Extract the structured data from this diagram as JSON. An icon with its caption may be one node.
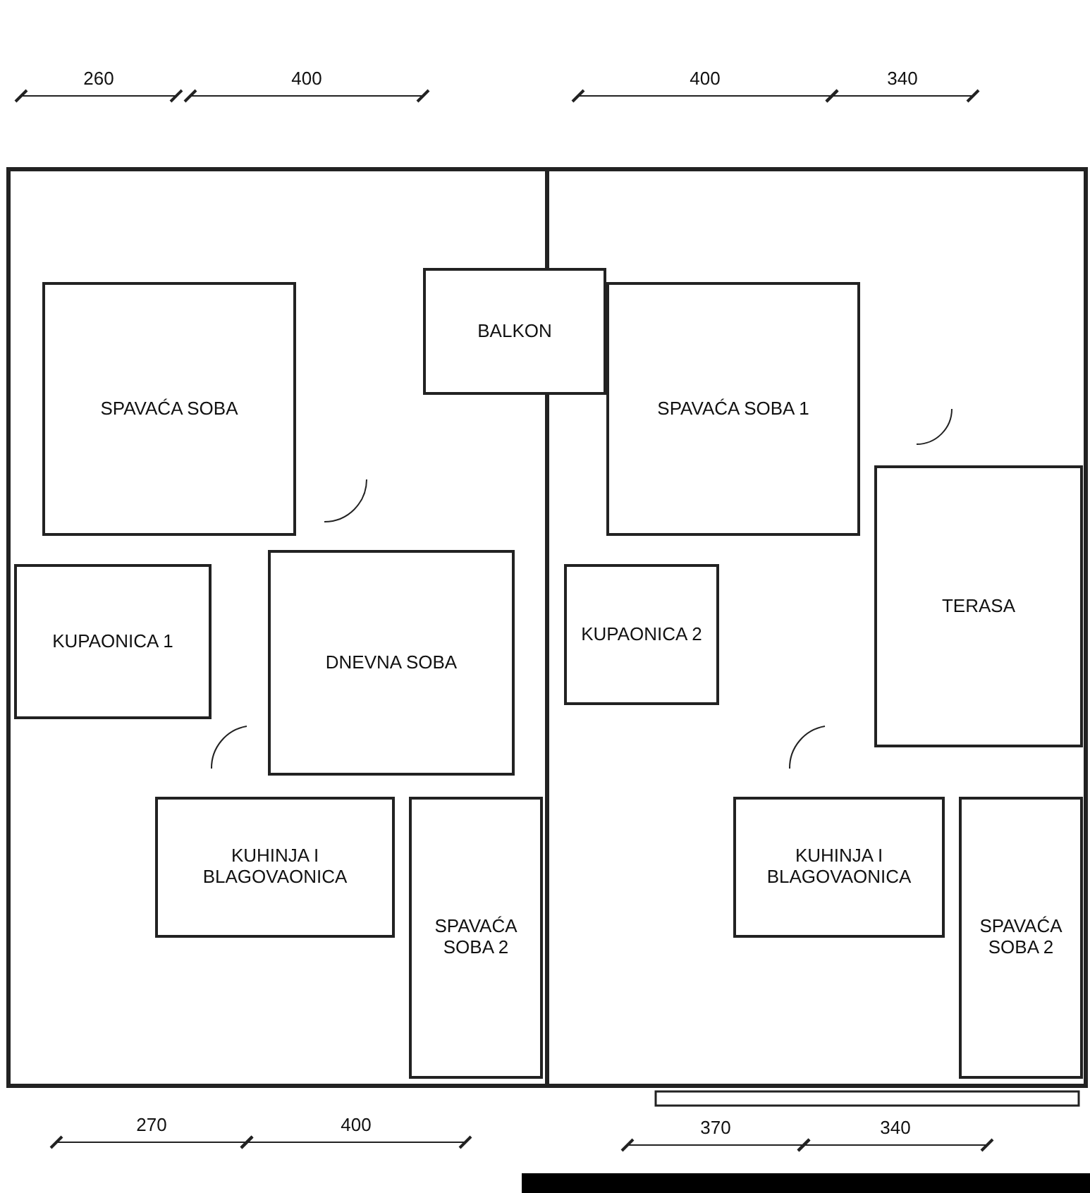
{
  "diagram": {
    "nodes": [
      {
        "text": [
          "SPAVAĆA SOBA"
        ]
      },
      {
        "text": [
          "BALKON"
        ]
      },
      {
        "text": [
          "KUPAONICA 1"
        ]
      },
      {
        "text": [
          "DNEVNA SOBA"
        ]
      },
      {
        "text": [
          "KUHINJA I BLAGOVAONICA"
        ]
      },
      {
        "text": [
          "SPAVAĆA SOBA 2"
        ]
      },
      {
        "text": [
          "SPAVAĆA SOBA 1"
        ]
      },
      {
        "text": [
          "KUPAONICA 2"
        ]
      },
      {
        "text": [
          "TERASA"
        ]
      },
      {
        "text": [
          "KUHINJA I BLAGOVAONICA"
        ]
      },
      {
        "text": [
          "SPAVAĆA SOBA 2"
        ]
      }
    ],
    "edges": [],
    "labels": [
      "260",
      "400",
      "400",
      "340",
      "270",
      "400",
      "370",
      "340"
    ]
  }
}
